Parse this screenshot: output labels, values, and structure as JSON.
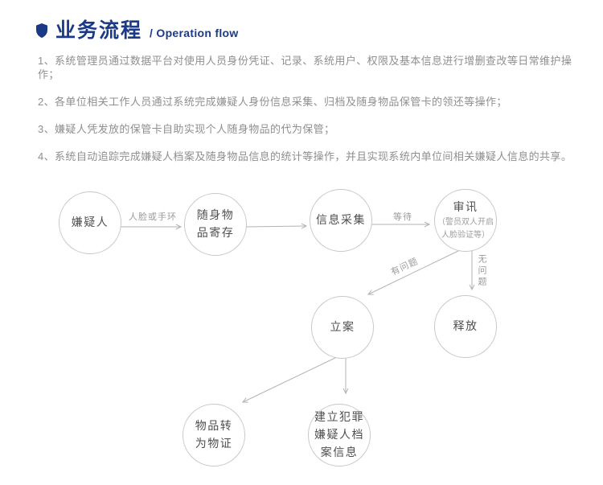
{
  "header": {
    "title": "业务流程",
    "subtitle": "/ Operation flow",
    "icon": "shield-icon"
  },
  "description": {
    "items": [
      "1、系统管理员通过数据平台对使用人员身份凭证、记录、系统用户、权限及基本信息进行增删查改等日常维护操作；",
      "2、各单位相关工作人员通过系统完成嫌疑人身份信息采集、归档及随身物品保管卡的领还等操作；",
      "3、嫌疑人凭发放的保管卡自助实现个人随身物品的代为保管；",
      "4、系统自动追踪完成嫌疑人档案及随身物品信息的统计等操作，并且实现系统内单位间相关嫌疑人信息的共享。"
    ]
  },
  "flowchart": {
    "node_suspect": {
      "label": "嫌疑人"
    },
    "node_deposit": {
      "line1": "随身物",
      "line2": "品寄存"
    },
    "node_collect": {
      "label": "信息采集"
    },
    "node_interrogate": {
      "title": "审讯",
      "sub1": "（警员双人开启",
      "sub2": "人脸验证等）"
    },
    "node_case": {
      "label": "立案"
    },
    "node_release": {
      "label": "释放"
    },
    "node_evidence": {
      "line1": "物品转",
      "line2": "为物证"
    },
    "node_archive": {
      "line1": "建立犯罪",
      "line2": "嫌疑人档",
      "line3": "案信息"
    },
    "edge_labels": {
      "face_or_band": "人脸或手环",
      "wait": "等待",
      "has_problem": "有问题",
      "no_problem": "无问题"
    }
  },
  "colors": {
    "accent": "#1a3a88",
    "paragraph_text": "#8f8f8f",
    "node_border": "#c8c8c8",
    "node_text": "#4f4f4f",
    "node_subtext": "#9e9e9e",
    "line": "#b3b3b3",
    "background": "#ffffff"
  }
}
